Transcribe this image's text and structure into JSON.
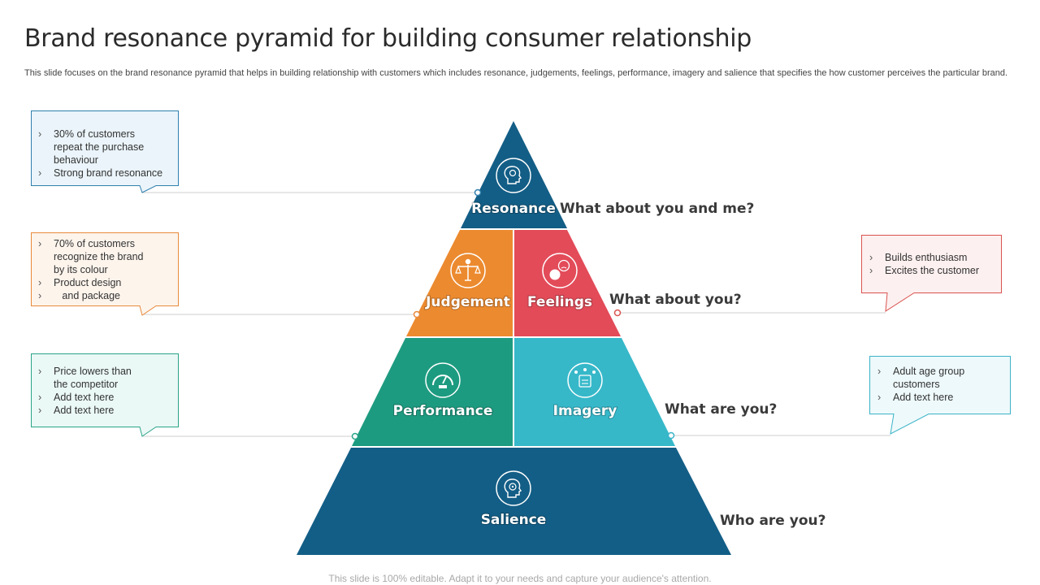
{
  "page": {
    "title": "Brand resonance pyramid for building consumer relationship",
    "subtitle": "This slide focuses on the brand resonance pyramid that helps in building relationship with customers which includes resonance, judgements, feelings, performance, imagery and salience that specifies the how customer perceives the particular brand.",
    "footer": "This slide is 100% editable. Adapt it to your needs and capture your audience's attention."
  },
  "pyramid": {
    "resonance": {
      "label": "Resonance",
      "icon": "brain-head-icon",
      "color": "#135e86"
    },
    "judgement": {
      "label": "Judgement",
      "icon": "balance-scale-person-icon",
      "color": "#ec8a2f"
    },
    "feelings": {
      "label": "Feelings",
      "icon": "emotion-faces-icon",
      "color": "#e34b59"
    },
    "performance": {
      "label": "Performance",
      "icon": "speedometer-icon",
      "color": "#1d9b80"
    },
    "imagery": {
      "label": "Imagery",
      "icon": "network-people-icon",
      "color": "#36b8c9"
    },
    "salience": {
      "label": "Salience",
      "icon": "target-head-icon",
      "color": "#135e86"
    }
  },
  "questions": {
    "resonance": "What about you and me?",
    "feelings": "What about you?",
    "imagery": "What are you?",
    "salience": "Who are you?"
  },
  "callouts": {
    "resonance": {
      "items": [
        "30% of customers",
        "repeat the purchase",
        "behaviour",
        "Strong brand resonance"
      ],
      "bullets": [
        true,
        false,
        false,
        true
      ],
      "border": "#2f7fae",
      "fill": "#eaf4fa"
    },
    "judgement": {
      "items": [
        "70% of customers",
        "recognize the brand",
        "by its colour",
        "Product design",
        "   and package"
      ],
      "bullets": [
        true,
        false,
        false,
        true,
        true
      ],
      "border": "#e8893a",
      "fill": "#fdf4ec"
    },
    "performance": {
      "items": [
        "Price lowers than",
        "the competitor",
        "Add text here",
        "Add text here"
      ],
      "bullets": [
        true,
        false,
        true,
        true
      ],
      "border": "#2aa488",
      "fill": "#eaf8f6"
    },
    "feelings": {
      "items": [
        "Builds enthusiasm",
        "Excites the customer"
      ],
      "bullets": [
        true,
        true
      ],
      "border": "#d9534f",
      "fill": "#fdf0f0"
    },
    "imagery": {
      "items": [
        "Adult age group",
        "customers",
        "Add text here"
      ],
      "bullets": [
        true,
        false,
        true
      ],
      "border": "#3bb3c8",
      "fill": "#eef9fb"
    }
  }
}
